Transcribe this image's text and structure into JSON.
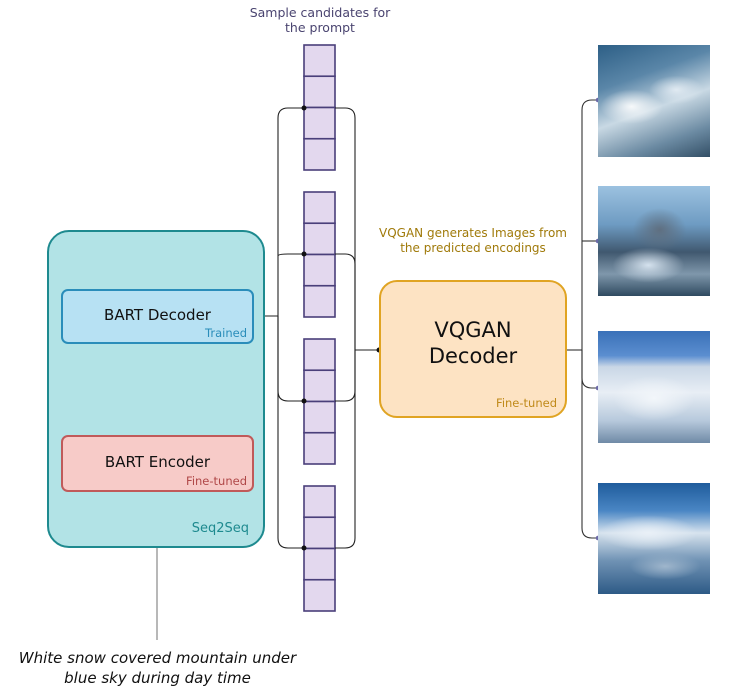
{
  "top_label": "Sample candidates for the prompt",
  "seq2seq": {
    "label": "Seq2Seq",
    "decoder": {
      "title": "BART Decoder",
      "status": "Trained"
    },
    "encoder": {
      "title": "BART Encoder",
      "status": "Fine-tuned"
    }
  },
  "vqgan": {
    "label": "VQGAN generates Images from the predicted encodings",
    "title_line1": "VQGAN",
    "title_line2": "Decoder",
    "status": "Fine-tuned"
  },
  "prompt": {
    "line1": "White snow covered mountain under",
    "line2": "blue sky during day time"
  },
  "colors": {
    "seq2seq_fill": "#b2e3e6",
    "seq2seq_stroke": "#1e8a8f",
    "decoder_fill": "#b7e1f3",
    "encoder_fill": "#f7cbc8",
    "vqgan_fill": "#fde3c3",
    "token_fill": "#e3d8ee",
    "token_stroke": "#4a3f7a"
  },
  "candidates": {
    "count": 4,
    "tokens_per_candidate": 4
  },
  "images": [
    {
      "name": "generated-mountain-image-1"
    },
    {
      "name": "generated-mountain-image-2"
    },
    {
      "name": "generated-mountain-image-3"
    },
    {
      "name": "generated-mountain-image-4"
    }
  ]
}
